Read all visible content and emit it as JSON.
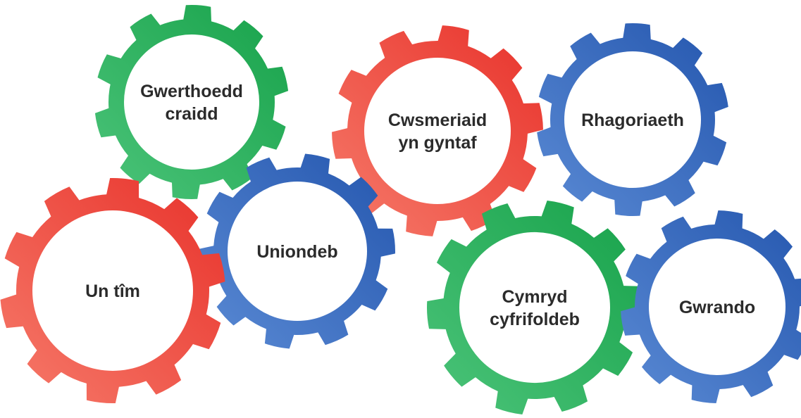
{
  "palette": {
    "green": {
      "light": "#4cc47a",
      "dark": "#17a24a"
    },
    "red": {
      "light": "#f67a6a",
      "dark": "#e8322b"
    },
    "blue": {
      "light": "#5a8ad4",
      "dark": "#2456ae"
    }
  },
  "gears": [
    {
      "id": "gwerthoedd-craidd",
      "color": "green",
      "lines": [
        "Gwerthoedd",
        "craidd"
      ]
    },
    {
      "id": "cwsmeriaid-yn-gyntaf",
      "color": "red",
      "lines": [
        "Cwsmeriaid",
        "yn gyntaf"
      ]
    },
    {
      "id": "rhagoriaeth",
      "color": "blue",
      "lines": [
        "Rhagoriaeth"
      ]
    },
    {
      "id": "uniondeb",
      "color": "blue",
      "lines": [
        "Uniondeb"
      ]
    },
    {
      "id": "un-tim",
      "color": "red",
      "lines": [
        "Un tîm"
      ]
    },
    {
      "id": "cymryd-cyfrifoldeb",
      "color": "green",
      "lines": [
        "Cymryd",
        "cyfrifoldeb"
      ]
    },
    {
      "id": "gwrando",
      "color": "blue",
      "lines": [
        "Gwrando"
      ]
    }
  ]
}
